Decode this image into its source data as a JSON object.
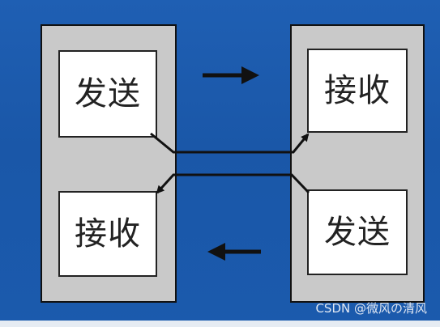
{
  "nodes": {
    "left_send": "发送",
    "left_receive": "接收",
    "right_receive": "接收",
    "right_send": "发送"
  },
  "watermark": "CSDN @微风の清风",
  "colors": {
    "background": "#1b5aad",
    "panel": "#c9c9c9",
    "node": "#ffffff",
    "stroke": "#111111"
  }
}
